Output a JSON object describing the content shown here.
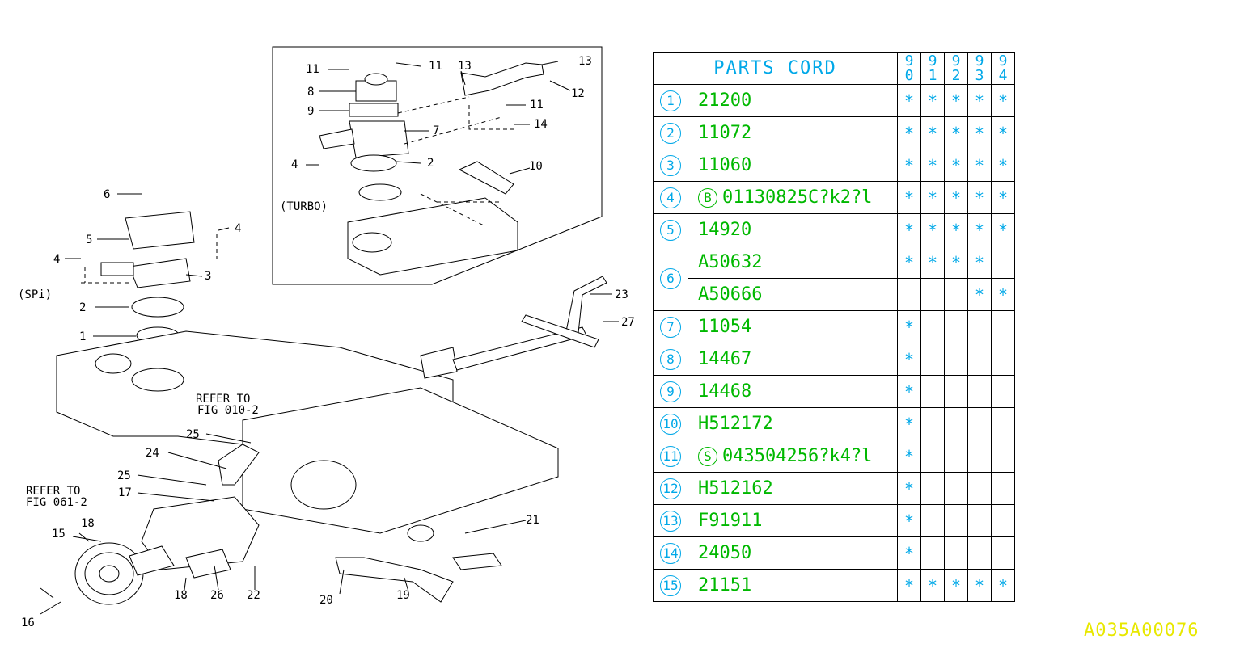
{
  "diagram": {
    "labels": {
      "turbo": "(TURBO)",
      "spi": "(SPi)",
      "refer1_line1": "REFER TO",
      "refer1_line2": "FIG 010-2",
      "refer2_line1": "REFER TO",
      "refer2_line2": "FIG 061-2"
    },
    "callouts": [
      "1",
      "2",
      "3",
      "4",
      "5",
      "6",
      "7",
      "8",
      "9",
      "10",
      "11",
      "12",
      "13",
      "14",
      "15",
      "16",
      "17",
      "18",
      "19",
      "20",
      "21",
      "22",
      "23",
      "24",
      "25",
      "26",
      "27"
    ]
  },
  "table": {
    "title": "PARTS CORD",
    "years": [
      [
        "9",
        "0"
      ],
      [
        "9",
        "1"
      ],
      [
        "9",
        "2"
      ],
      [
        "9",
        "3"
      ],
      [
        "9",
        "4"
      ]
    ],
    "rows": [
      {
        "no": "1",
        "prefix": "",
        "part": "21200",
        "marks": [
          "*",
          "*",
          "*",
          "*",
          "*"
        ]
      },
      {
        "no": "2",
        "prefix": "",
        "part": "11072",
        "marks": [
          "*",
          "*",
          "*",
          "*",
          "*"
        ]
      },
      {
        "no": "3",
        "prefix": "",
        "part": "11060",
        "marks": [
          "*",
          "*",
          "*",
          "*",
          "*"
        ]
      },
      {
        "no": "4",
        "prefix": "B",
        "part": "01130825C?k2?l",
        "marks": [
          "*",
          "*",
          "*",
          "*",
          "*"
        ]
      },
      {
        "no": "5",
        "prefix": "",
        "part": "14920",
        "marks": [
          "*",
          "*",
          "*",
          "*",
          "*"
        ]
      },
      {
        "no": "6",
        "prefix": "",
        "part": "A50632",
        "marks": [
          "*",
          "*",
          "*",
          "*",
          ""
        ]
      },
      {
        "no": "",
        "prefix": "",
        "part": "A50666",
        "marks": [
          "",
          "",
          "",
          "*",
          "*"
        ]
      },
      {
        "no": "7",
        "prefix": "",
        "part": "11054",
        "marks": [
          "*",
          "",
          "",
          "",
          ""
        ]
      },
      {
        "no": "8",
        "prefix": "",
        "part": "14467",
        "marks": [
          "*",
          "",
          "",
          "",
          ""
        ]
      },
      {
        "no": "9",
        "prefix": "",
        "part": "14468",
        "marks": [
          "*",
          "",
          "",
          "",
          ""
        ]
      },
      {
        "no": "10",
        "prefix": "",
        "part": "H512172",
        "marks": [
          "*",
          "",
          "",
          "",
          ""
        ]
      },
      {
        "no": "11",
        "prefix": "S",
        "part": "043504256?k4?l",
        "marks": [
          "*",
          "",
          "",
          "",
          ""
        ]
      },
      {
        "no": "12",
        "prefix": "",
        "part": "H512162",
        "marks": [
          "*",
          "",
          "",
          "",
          ""
        ]
      },
      {
        "no": "13",
        "prefix": "",
        "part": "F91911",
        "marks": [
          "*",
          "",
          "",
          "",
          ""
        ]
      },
      {
        "no": "14",
        "prefix": "",
        "part": "24050",
        "marks": [
          "*",
          "",
          "",
          "",
          ""
        ]
      },
      {
        "no": "15",
        "prefix": "",
        "part": "21151",
        "marks": [
          "*",
          "*",
          "*",
          "*",
          "*"
        ]
      }
    ]
  },
  "figure_code": "A035A00076",
  "colors": {
    "header": "#00a8e8",
    "part_number": "#00b800",
    "code": "#e8e800",
    "lines": "#000000"
  }
}
